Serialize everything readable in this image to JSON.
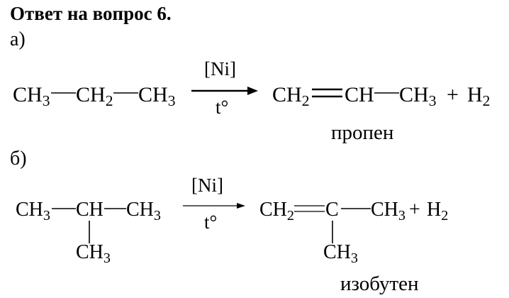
{
  "heading": "Ответ на вопрос 6.",
  "part_a": {
    "label": "а)",
    "reactant": {
      "g1": "CH",
      "g1_sub": "3",
      "g2": "CH",
      "g2_sub": "2",
      "g3": "CH",
      "g3_sub": "3"
    },
    "catalyst": "[Ni]",
    "temperature": "t°",
    "product": {
      "g1": "CH",
      "g1_sub": "2",
      "g2": "CH",
      "g3": "CH",
      "g3_sub": "3"
    },
    "plus": "+",
    "hydrogen": "H",
    "hydrogen_sub": "2",
    "product_name": "пропен"
  },
  "part_b": {
    "label": "б)",
    "reactant": {
      "g1": "CH",
      "g1_sub": "3",
      "g2": "CH",
      "g3": "CH",
      "g3_sub": "3",
      "branch": "CH",
      "branch_sub": "3"
    },
    "catalyst": "[Ni]",
    "temperature": "t°",
    "product": {
      "g1": "CH",
      "g1_sub": "2",
      "g2": "C",
      "g3": "CH",
      "g3_sub": "3",
      "branch": "CH",
      "branch_sub": "3"
    },
    "plus": "+",
    "hydrogen": "H",
    "hydrogen_sub": "2",
    "product_name": "изобутен"
  }
}
